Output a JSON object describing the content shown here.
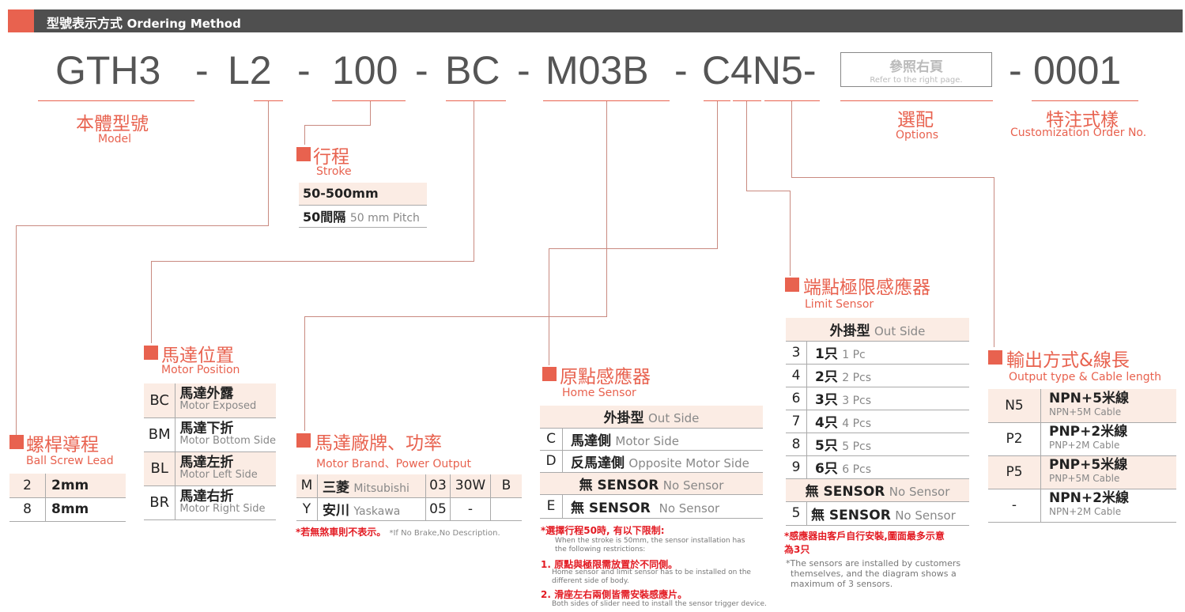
{
  "header": {
    "title_zh": "型號表示方式",
    "title_en": "Ordering Method"
  },
  "code": {
    "model": "GTH3",
    "d1": "-",
    "lead": "L2",
    "d2": "-",
    "stroke": "100",
    "d3": "-",
    "pos": "BC",
    "d4": "-",
    "brand": "M03B",
    "d5": "-",
    "sensor": "C4N5-",
    "opt_zh": "參照右頁",
    "opt_en": "Refer to the right page.",
    "d6": "-",
    "custom": "0001"
  },
  "labels": {
    "model_zh": "本體型號",
    "model_en": "Model",
    "options_zh": "選配",
    "options_en": "Options",
    "custom_zh": "特注式樣",
    "custom_en": "Customization Order No."
  },
  "stroke": {
    "zh": "行程",
    "en": "Stroke",
    "rows": [
      {
        "a": "50-500mm",
        "b": ""
      },
      {
        "a": "50間隔",
        "b": "50 mm Pitch"
      }
    ]
  },
  "lead": {
    "zh": "螺桿導程",
    "en": "Ball Screw Lead",
    "rows": [
      {
        "code": "2",
        "val": "2mm"
      },
      {
        "code": "8",
        "val": "8mm"
      }
    ]
  },
  "motor_pos": {
    "zh": "馬達位置",
    "en": "Motor Position",
    "rows": [
      {
        "code": "BC",
        "zh": "馬達外露",
        "en": "Motor Exposed"
      },
      {
        "code": "BM",
        "zh": "馬達下折",
        "en": "Motor Bottom Side"
      },
      {
        "code": "BL",
        "zh": "馬達左折",
        "en": "Motor Left Side"
      },
      {
        "code": "BR",
        "zh": "馬達右折",
        "en": "Motor Right Side"
      }
    ]
  },
  "brand": {
    "zh": "馬達廠牌、功率",
    "en": "Motor Brand、Power Output",
    "rows": [
      {
        "code": "M",
        "zh": "三菱",
        "en": "Mitsubishi",
        "p": "03",
        "w": "30W",
        "b": "B"
      },
      {
        "code": "Y",
        "zh": "安川",
        "en": "Yaskawa",
        "p": "05",
        "w": "-",
        "b": ""
      }
    ],
    "note_zh": "*若無煞車則不表示。",
    "note_en": "*If No Brake,No Description."
  },
  "home": {
    "zh": "原點感應器",
    "en": "Home Sensor",
    "head_zh": "外掛型",
    "head_en": "Out Side",
    "rows": [
      {
        "code": "C",
        "zh": "馬達側",
        "en": "Motor Side"
      },
      {
        "code": "D",
        "zh": "反馬達側",
        "en": "Opposite Motor Side"
      }
    ],
    "none_zh": "無 SENSOR",
    "none_en": "No Sensor",
    "e_code": "E",
    "e_zh": "無 SENSOR",
    "e_en": "No Sensor",
    "n1_zh": "*選擇行程50時, 有以下限制:",
    "n1_en1": "When the stroke is 50mm, the sensor installation has",
    "n1_en2": "the following restrictions:",
    "n2_zh": "1. 原點與極限需放置於不同側。",
    "n2_en1": "Home sensor and limit sensor has to be installed on the",
    "n2_en2": "different side of body.",
    "n3_zh": "2. 滑座左右兩側皆需安裝感應片。",
    "n3_en1": "Both sides of slider need to install the sensor trigger device."
  },
  "limit": {
    "zh": "端點極限感應器",
    "en": "Limit Sensor",
    "head_zh": "外掛型",
    "head_en": "Out Side",
    "rows": [
      {
        "code": "3",
        "zh": "1只",
        "en": "1 Pc"
      },
      {
        "code": "4",
        "zh": "2只",
        "en": "2 Pcs"
      },
      {
        "code": "6",
        "zh": "3只",
        "en": "3 Pcs"
      },
      {
        "code": "7",
        "zh": "4只",
        "en": "4 Pcs"
      },
      {
        "code": "8",
        "zh": "5只",
        "en": "5 Pcs"
      },
      {
        "code": "9",
        "zh": "6只",
        "en": "6 Pcs"
      }
    ],
    "none_zh": "無 SENSOR",
    "none_en": "No Sensor",
    "five_code": "5",
    "five_zh": "無 SENSOR",
    "five_en": "No Sensor",
    "n1_zh": "*感應器由客戶自行安裝,圖面最多示意",
    "n1_zh2": "為3只",
    "n2_en1": "*The sensors are installed by customers",
    "n2_en2": "themselves, and the diagram shows a",
    "n2_en3": "maximum of 3 sensors."
  },
  "output": {
    "zh": "輸出方式&線長",
    "en": "Output type & Cable length",
    "rows": [
      {
        "code": "N5",
        "zh": "NPN+5米線",
        "en": "NPN+5M Cable"
      },
      {
        "code": "P2",
        "zh": "PNP+2米線",
        "en": "PNP+2M Cable"
      },
      {
        "code": "P5",
        "zh": "PNP+5米線",
        "en": "PNP+5M Cable"
      },
      {
        "code": "-",
        "zh": "NPN+2米線",
        "en": "NPN+2M Cable"
      }
    ]
  },
  "colors": {
    "accent": "#e8624f",
    "header_bg": "#4f4f4f",
    "row_shade": "#fbece4"
  }
}
